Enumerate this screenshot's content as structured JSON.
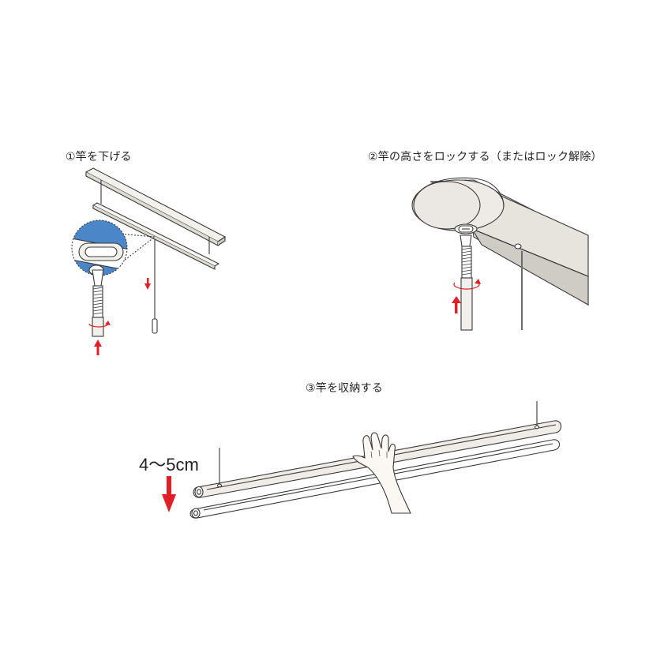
{
  "steps": [
    {
      "label": "①竿を下げる"
    },
    {
      "label": "②竿の高さをロックする（またはロック解除）"
    },
    {
      "label": "③竿を収納する"
    }
  ],
  "measurement": "4〜5cm",
  "colors": {
    "arrow": "#e01f26",
    "line": "#3a3a3a",
    "rail_fill": "#eeebe6",
    "shadow_fill": "#cfccc6",
    "inset_bg": "#4a86c8",
    "skin": "#fbf7f3"
  },
  "icons": [
    "up-arrow-icon",
    "down-arrow-icon",
    "rotation-arrow-icon"
  ]
}
